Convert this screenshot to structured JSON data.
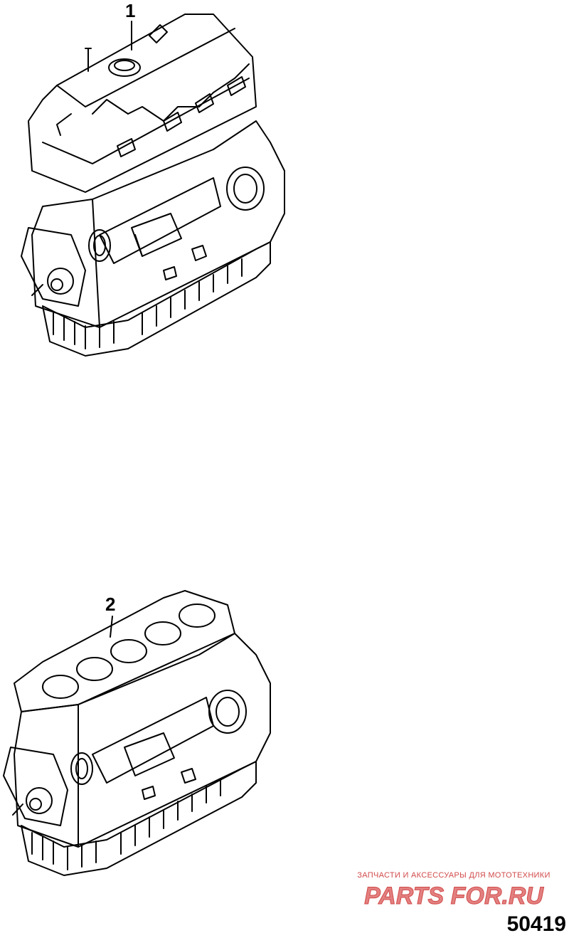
{
  "callouts": [
    {
      "label": "1"
    },
    {
      "label": "2"
    }
  ],
  "watermark": {
    "tagline": "ЗАПЧАСТИ И АКСЕССУАРЫ ДЛЯ МОТОТЕХНИКИ",
    "logo_text": "PARTS FOR.RU",
    "color": "#d24a4a"
  },
  "figure_number": "50419"
}
